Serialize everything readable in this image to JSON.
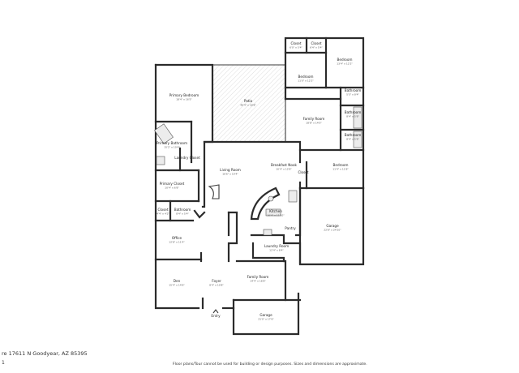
{
  "address": "17611 N Goodyear, AZ 85395",
  "address_prefix": "re",
  "footer_sub": "1",
  "disclaimer": "Floor plans/Tour cannot be used for building or design purposes. Sizes and dimensions are approximate.",
  "rooms": {
    "closet_a": {
      "name": "Closet",
      "dim": "6'0\" x 5'4\""
    },
    "closet_b": {
      "name": "Closet",
      "dim": "6'4\" x 5'4\""
    },
    "bedroom_ne": {
      "name": "Bedroom",
      "dim": "13'4\" x 12'2\""
    },
    "bedroom_n": {
      "name": "Bedroom",
      "dim": "11'0\" x 12'2\""
    },
    "bathroom_1": {
      "name": "Bathroom",
      "dim": "5'5\" x 8'4\""
    },
    "bathroom_2": {
      "name": "Bathroom",
      "dim": "8'4\" x 5'8\""
    },
    "bathroom_3": {
      "name": "Bathroom",
      "dim": "8'4\" x 5'8\""
    },
    "patio": {
      "name": "Patio",
      "dim": "46'4\" x 18'8\""
    },
    "primary_bedroom": {
      "name": "Primary Bedroom",
      "dim": "18'4\" x 16'5\""
    },
    "family_room_n": {
      "name": "Family Room",
      "dim": "18'8\" x 14'0\""
    },
    "primary_bathroom": {
      "name": "Primary Bathroom",
      "dim": "15'2\" x 10'4\""
    },
    "laundry_closet": {
      "name": "Laundry Closet",
      "dim": ""
    },
    "living_room": {
      "name": "Living Room",
      "dim": "16'6\" x 19'4\""
    },
    "breakfast_nook": {
      "name": "Breakfast Nook",
      "dim": "10'4\" x 12'8\""
    },
    "bedroom_e": {
      "name": "Bedroom",
      "dim": "11'4\" x 11'8\""
    },
    "closet_e": {
      "name": "Closet",
      "dim": ""
    },
    "primary_closet": {
      "name": "Primary Closet",
      "dim": "10'4\" x 6'8\""
    },
    "closet_w": {
      "name": "Closet",
      "dim": "4'4\" x 4'2\""
    },
    "bathroom_w": {
      "name": "Bathroom",
      "dim": "8'4\" x 5'4\""
    },
    "kitchen": {
      "name": "Kitchen",
      "dim": "16'4\" x 11'10\""
    },
    "garage_e": {
      "name": "Garage",
      "dim": "22'8\" x 24'10\""
    },
    "pantry": {
      "name": "Pantry",
      "dim": ""
    },
    "office": {
      "name": "Office",
      "dim": "12'8\" x 11'4\""
    },
    "laundry_room": {
      "name": "Laundry Room",
      "dim": "12'4\" x 8'4\""
    },
    "den": {
      "name": "Den",
      "dim": "15'4\" x 14'6\""
    },
    "foyer": {
      "name": "Foyer",
      "dim": "8'4\" x 10'8\""
    },
    "family_room_s": {
      "name": "Family Room",
      "dim": "14'4\" x 16'8\""
    },
    "garage_s": {
      "name": "Garage",
      "dim": "21'0\" x 17'6\""
    },
    "entry": {
      "name": "Entry",
      "dim": ""
    }
  }
}
